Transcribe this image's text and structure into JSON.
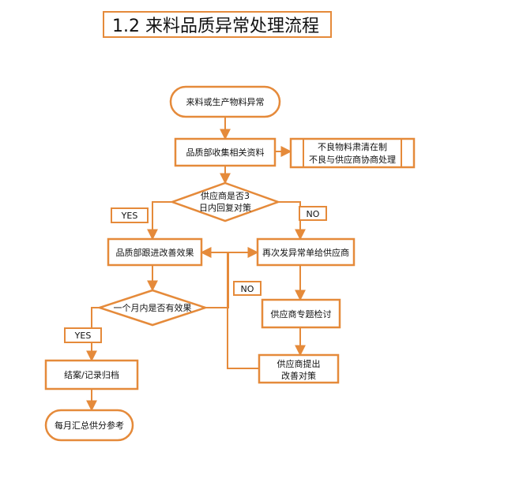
{
  "title": "1.2 来料品质异常处理流程",
  "colors": {
    "accent": "#e58a3a",
    "text": "#111111"
  },
  "nodes": {
    "start": "来料或生产物料异常",
    "collect": "品质部收集相关资料",
    "side_line1": "不良物料肃清在制",
    "side_line2": "不良与供应商协商处理",
    "decision1_line1": "供应商是否3",
    "decision1_line2": "日内回复对策",
    "follow_up": "品质部跟进改善效果",
    "resend": "再次发异常单给供应商",
    "decision2": "一个月内是否有效果",
    "review": "供应商专题检讨",
    "propose_line1": "供应商提出",
    "propose_line2": "改善对策",
    "close": "结案/记录归档",
    "monthly": "每月汇总供分参考"
  },
  "labels": {
    "yes1": "YES",
    "no1": "NO",
    "no2": "NO",
    "yes2": "YES"
  }
}
